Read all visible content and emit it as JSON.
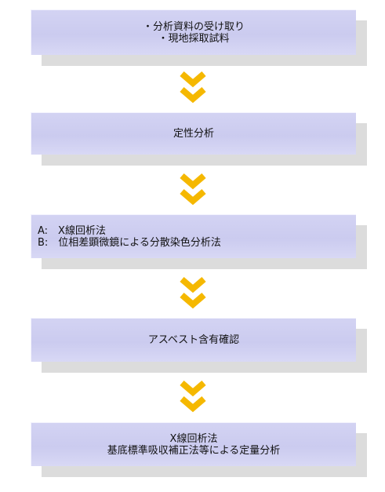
{
  "steps": [
    {
      "lines": [
        "・分析資料の受け取り",
        "・現地採取試料"
      ]
    },
    {
      "lines": [
        "定性分析"
      ]
    },
    {
      "lines": [
        "A:　X線回析法",
        "B:　位相差顕微鏡による分散染色分析法"
      ]
    },
    {
      "lines": [
        "アスベスト含有確認"
      ]
    },
    {
      "lines": [
        "X線回析法",
        "基底標準吸収補正法等による定量分析"
      ]
    }
  ],
  "colors": {
    "box_fill": "#cbcbef",
    "box_shadow": "#dcdcdc",
    "arrow": "#f5b800"
  },
  "icons": {
    "arrow": "double-chevron-down-icon"
  }
}
